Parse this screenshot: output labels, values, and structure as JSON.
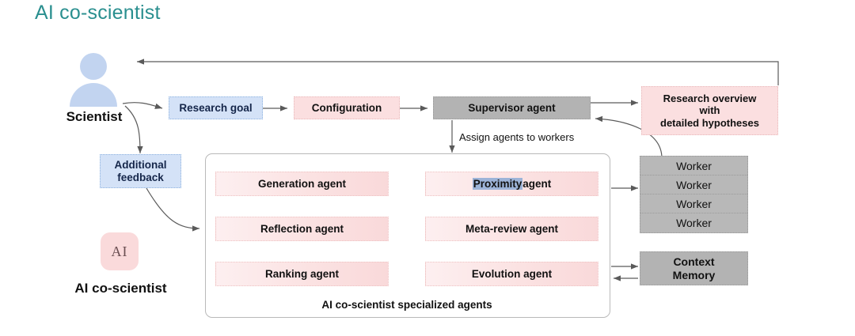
{
  "page": {
    "title": "AI co-scientist",
    "background": "#ffffff",
    "title_color": "#2a8f8f"
  },
  "actors": {
    "scientist": {
      "label": "Scientist",
      "icon": "user-avatar-icon"
    },
    "ai_cosci": {
      "label": "AI co-scientist",
      "logo_text": "AI"
    }
  },
  "pipeline": {
    "research_goal": "Research goal",
    "additional_feedback": "Additional\nfeedback",
    "additional_feedback_line1": "Additional",
    "additional_feedback_line2": "feedback",
    "configuration": "Configuration",
    "supervisor": "Supervisor agent",
    "assign_label": "Assign agents to workers",
    "research_overview_line1": "Research overview",
    "research_overview_line2": "with",
    "research_overview_line3": "detailed hypotheses"
  },
  "agents_box": {
    "caption": "AI co-scientist specialized agents",
    "cells": [
      {
        "label": "Generation agent",
        "highlight": ""
      },
      {
        "label": "Proximity agent",
        "highlight": "Proximity",
        "rest": " agent"
      },
      {
        "label": "Reflection agent",
        "highlight": ""
      },
      {
        "label": "Meta-review agent",
        "highlight": ""
      },
      {
        "label": "Ranking agent",
        "highlight": ""
      },
      {
        "label": "Evolution agent",
        "highlight": ""
      }
    ]
  },
  "workers": {
    "rows": [
      "Worker",
      "Worker",
      "Worker",
      "Worker"
    ]
  },
  "context_memory": {
    "line1": "Context",
    "line2": "Memory"
  },
  "colors": {
    "blue_box": "#d4e2f7",
    "pink_box": "#fbdfe0",
    "gray_box": "#b3b3b3",
    "agent_pink": "#fbe2e2",
    "arrow_gray": "#5a5a5a",
    "arrow_red": "#b5313a",
    "selection_blue": "#9db4d8"
  }
}
